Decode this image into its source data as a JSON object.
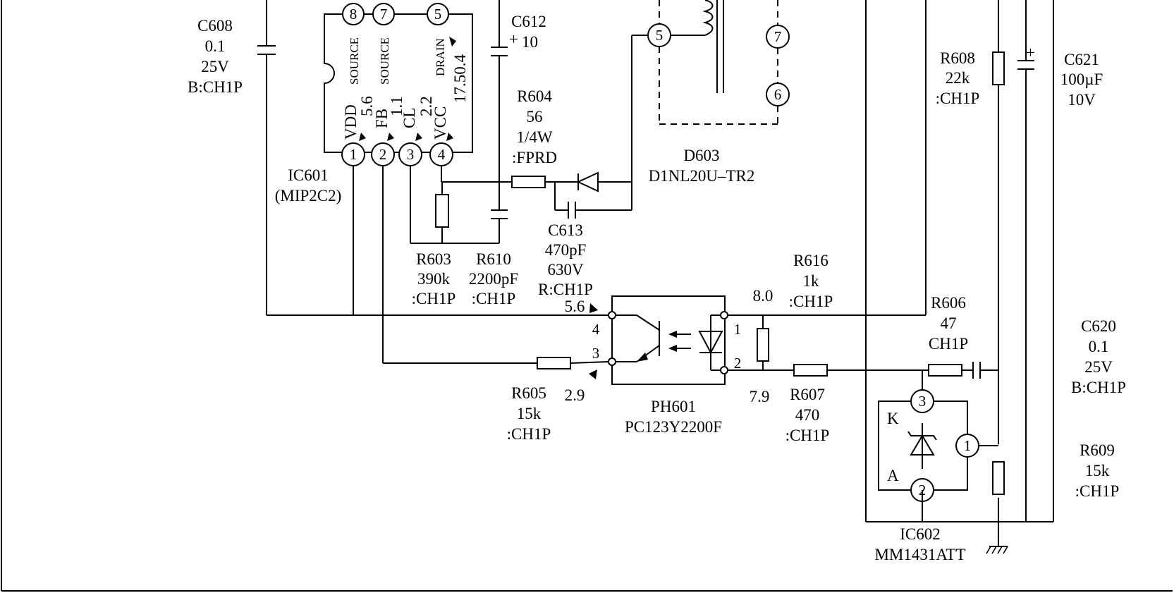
{
  "components": {
    "c608": {
      "ref": "C608",
      "value": "0.1",
      "voltage": "25V",
      "code": "B:CH1P"
    },
    "c612": {
      "ref": "C612",
      "value": "10",
      "polarity": "+"
    },
    "c621": {
      "ref": "C621",
      "value": "100µF",
      "voltage": "10V",
      "polarity": "+"
    },
    "r608": {
      "ref": "R608",
      "value": "22k",
      "code": ":CH1P"
    },
    "r604": {
      "ref": "R604",
      "value": "56",
      "power": "1/4W",
      "code": ":FPRD"
    },
    "d603": {
      "ref": "D603",
      "part": "D1NL20U–TR2"
    },
    "ic601": {
      "ref": "IC601",
      "part": "(MIP2C2)"
    },
    "c613": {
      "ref": "C613",
      "value": "470pF",
      "voltage": "630V",
      "code": "R:CH1P"
    },
    "r603": {
      "ref": "R603",
      "value": "390k",
      "code": ":CH1P"
    },
    "r610": {
      "ref": "R610",
      "value": "2200pF",
      "code": ":CH1P"
    },
    "r616": {
      "ref": "R616",
      "value": "1k",
      "code": ":CH1P"
    },
    "r606": {
      "ref": "R606",
      "value": "47",
      "code": "CH1P"
    },
    "c620": {
      "ref": "C620",
      "value": "0.1",
      "voltage": "25V",
      "code": "B:CH1P"
    },
    "r605": {
      "ref": "R605",
      "value": "15k",
      "code": ":CH1P"
    },
    "ph601": {
      "ref": "PH601",
      "part": "PC123Y2200F"
    },
    "r607": {
      "ref": "R607",
      "value": "470",
      "code": ":CH1P"
    },
    "r609": {
      "ref": "R609",
      "value": "15k",
      "code": ":CH1P"
    },
    "ic602": {
      "ref": "IC602",
      "part": "MM1431ATT"
    }
  },
  "ic601_pins": {
    "top": [
      {
        "num": "8",
        "name": "SOURCE"
      },
      {
        "num": "7",
        "name": "SOURCE"
      },
      {
        "num": "5",
        "name": "DRAIN",
        "voltage": "17.50.4"
      }
    ],
    "bottom": [
      {
        "num": "1",
        "name": "VDD",
        "voltage": "5.6"
      },
      {
        "num": "2",
        "name": "FB",
        "voltage": "1.1"
      },
      {
        "num": "3",
        "name": "CL",
        "voltage": "2.2"
      },
      {
        "num": "4",
        "name": "VCC"
      }
    ]
  },
  "transformer_pins": [
    "5",
    "7",
    "6"
  ],
  "ph601_pins": {
    "p4": "4",
    "p3": "3",
    "p1": "1",
    "p2": "2"
  },
  "ic602_pins": {
    "p3": "3",
    "p2": "2",
    "p1": "1",
    "k": "K",
    "a": "A"
  },
  "voltages": {
    "v_ph_4": "5.6",
    "v_ph_3": "2.9",
    "v_ph_1": "8.0",
    "v_ph_2": "7.9"
  }
}
